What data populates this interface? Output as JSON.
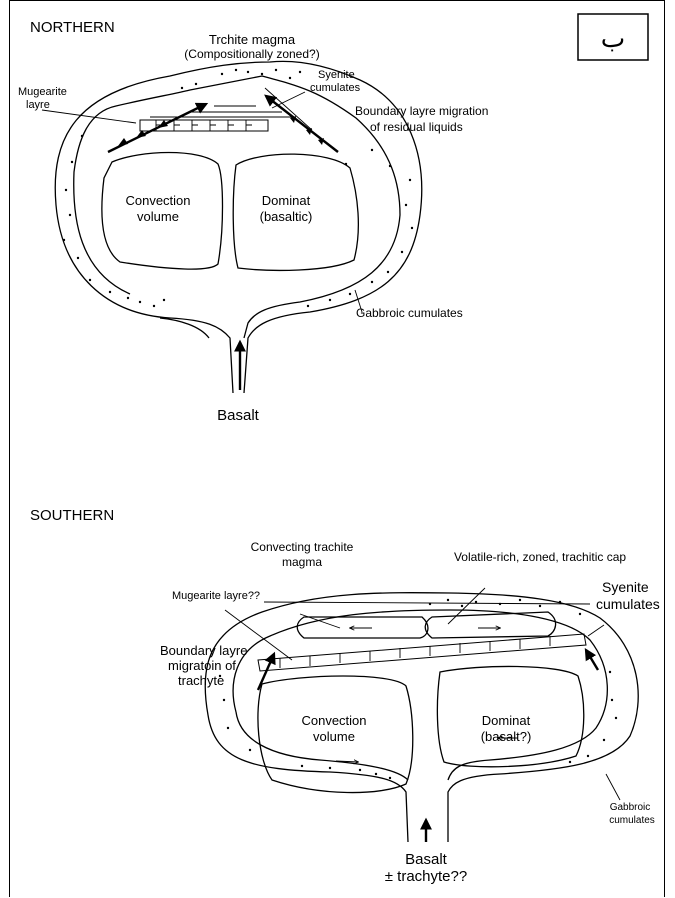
{
  "panel_marker": "ب",
  "northern": {
    "heading": "NORTHERN",
    "labels": {
      "trachyte_magma_1": "Trchite magma",
      "trachyte_magma_2": "(Compositionally zoned?)",
      "syenite_1": "Syenite",
      "syenite_2": "cumulates",
      "mugearite_1": "Mugearite",
      "mugearite_2": "layre",
      "boundary_1": "Boundary layre migration",
      "boundary_2": "of residual liquids",
      "convection_1": "Convection",
      "convection_2": "volume",
      "dominat_1": "Dominat",
      "dominat_2": "(basaltic)",
      "gabbroic": "Gabbroic cumulates",
      "basalt": "Basalt"
    }
  },
  "southern": {
    "heading": "SOUTHERN",
    "labels": {
      "convecting_1": "Convecting trachite",
      "convecting_2": "magma",
      "volatile": "Volatile-rich, zoned, trachitic cap",
      "mugearite": "Mugearite layre??",
      "syenite_1": "Syenite",
      "syenite_2": "cumulates",
      "boundary_1": "Boundary layre",
      "boundary_2": "migratoin of",
      "boundary_3": "trachyte",
      "convection_1": "Convection",
      "convection_2": "volume",
      "dominat_1": "Dominat",
      "dominat_2": "(basalt?)",
      "gabbroic_1": "Gabbroic",
      "gabbroic_2": "cumulates",
      "basalt_1": "Basalt",
      "basalt_2": "± trachyte??"
    }
  }
}
